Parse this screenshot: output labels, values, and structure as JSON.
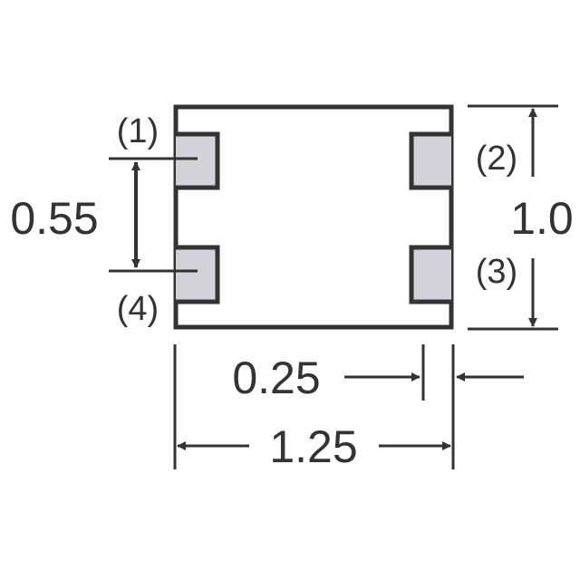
{
  "pins": {
    "p1": "(1)",
    "p2": "(2)",
    "p3": "(3)",
    "p4": "(4)"
  },
  "dimensions": {
    "pin_pitch": "0.55",
    "height": "1.0",
    "pad_width": "0.25",
    "width": "1.25"
  },
  "colors": {
    "stroke": "#333333",
    "pad_fill": "#d2d2d8",
    "background": "#ffffff"
  }
}
